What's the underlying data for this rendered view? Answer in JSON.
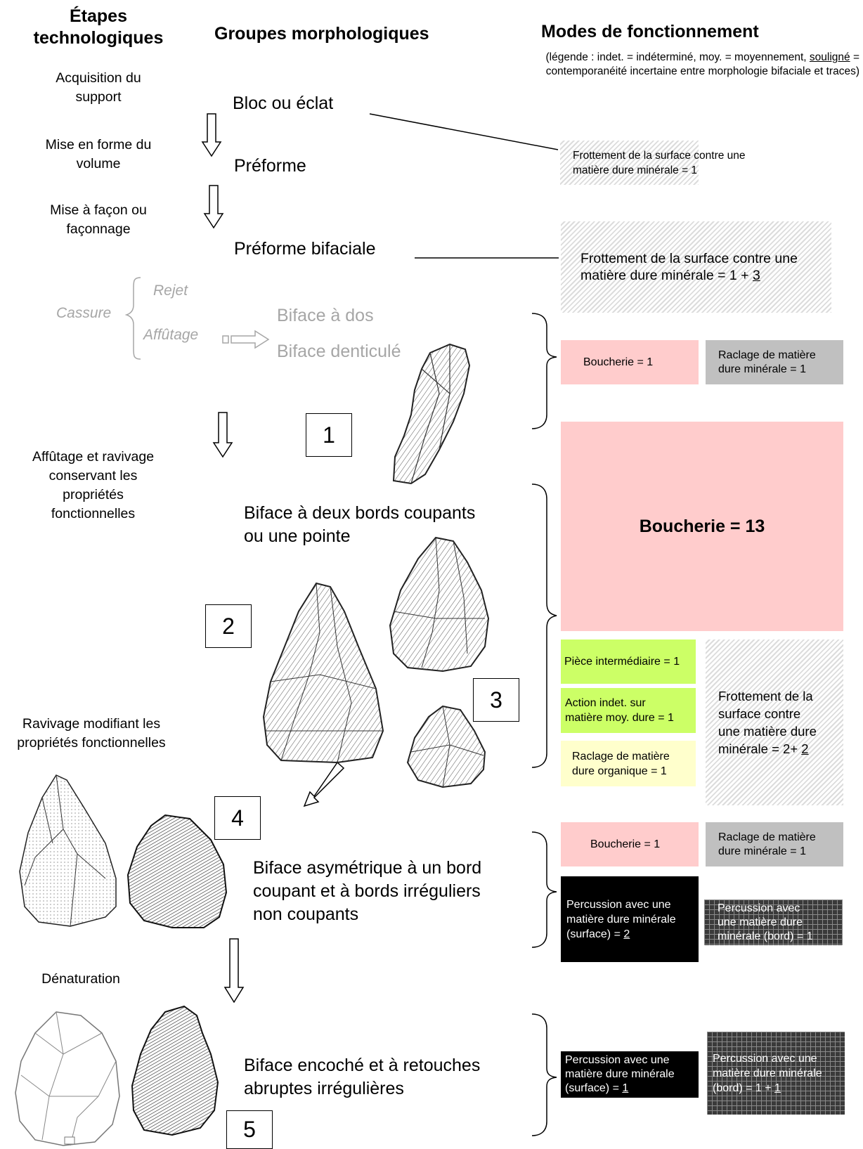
{
  "headers": {
    "steps_line1": "Étapes",
    "steps_line2": "technologiques",
    "groups": "Groupes morphologiques",
    "modes": "Modes de fonctionnement",
    "legend_prefix": "(légende : indet. = indéterminé, moy. = moyennement, ",
    "legend_underlined": "souligné",
    "legend_suffix": " =",
    "legend_line2": "contemporanéité incertaine entre morphologie bifaciale et traces)"
  },
  "stages": {
    "acquisition_1": "Acquisition du",
    "acquisition_2": "support",
    "mise_forme_1": "Mise en forme du",
    "mise_forme_2": "volume",
    "facon_1": "Mise à façon ou",
    "facon_2": "façonnage",
    "cassure": "Cassure",
    "rejet": "Rejet",
    "affutage": "Affûtage",
    "affutage_rav_1": "Affûtage et ravivage",
    "affutage_rav_2": "conservant les",
    "affutage_rav_3": "propriétés",
    "affutage_rav_4": "fonctionnelles",
    "ravivage_mod_1": "Ravivage modifiant les",
    "ravivage_mod_2": "propriétés fonctionnelles",
    "denaturation": "Dénaturation"
  },
  "groups": {
    "bloc": "Bloc ou éclat",
    "preforme": "Préforme",
    "preforme_bif": "Préforme bifaciale",
    "biface_dos": "Biface à dos",
    "biface_dent": "Biface denticulé",
    "deux_bords_1": "Biface à deux bords coupants",
    "deux_bords_2": "ou une pointe",
    "asym_1": "Biface asymétrique à un bord",
    "asym_2": "coupant et à bords irréguliers",
    "asym_3": "non coupants",
    "encoche_1": "Biface encoché et à retouches",
    "encoche_2": "abruptes irrégulières"
  },
  "numbers": {
    "n1": "1",
    "n2": "2",
    "n3": "3",
    "n4": "4",
    "n5": "5"
  },
  "modes": {
    "frott1_l1": "Frottement de la surface contre une",
    "frott1_l2": "matière dure minérale = 1",
    "frott2_l1": "Frottement de la surface contre une",
    "frott2_l2": "matière dure minérale = 1 + ",
    "frott2_u": "3",
    "bouch1": "Boucherie = 1",
    "racl1_l1": "Raclage de matière",
    "racl1_l2": "dure minérale = 1",
    "bouch13": "Boucherie = 13",
    "piece": "Pièce intermédiaire = 1",
    "action_l1": "Action indet. sur",
    "action_l2": "matière moy. dure = 1",
    "racl_org_l1": "Raclage de matière",
    "racl_org_l2": "dure organique = 1",
    "frott3_l1": "Frottement de la",
    "frott3_l2": "surface contre",
    "frott3_l3": "une matière dure",
    "frott3_l4": "minérale = 2+ ",
    "frott3_u": "2",
    "bouch2": "Boucherie = 1",
    "racl2_l1": "Raclage de matière",
    "racl2_l2": "dure minérale = 1",
    "perc_s1_l1": "Percussion avec une",
    "perc_s1_l2": "matière dure minérale",
    "perc_s1_l3": "(surface) = ",
    "perc_s1_u": "2",
    "perc_b1_l1": "Percussion avec",
    "perc_b1_l2": "une matière dure",
    "perc_b1_l3": "minérale (bord) = 1",
    "perc_s2_l1": "Percussion avec une",
    "perc_s2_l2": "matière dure minérale",
    "perc_s2_l3": "(surface) = ",
    "perc_s2_u": "1",
    "perc_b2_l1": "Percussion avec une",
    "perc_b2_l2": "matière dure minérale",
    "perc_b2_l3": "(bord) = 1 + ",
    "perc_b2_u": "1"
  }
}
